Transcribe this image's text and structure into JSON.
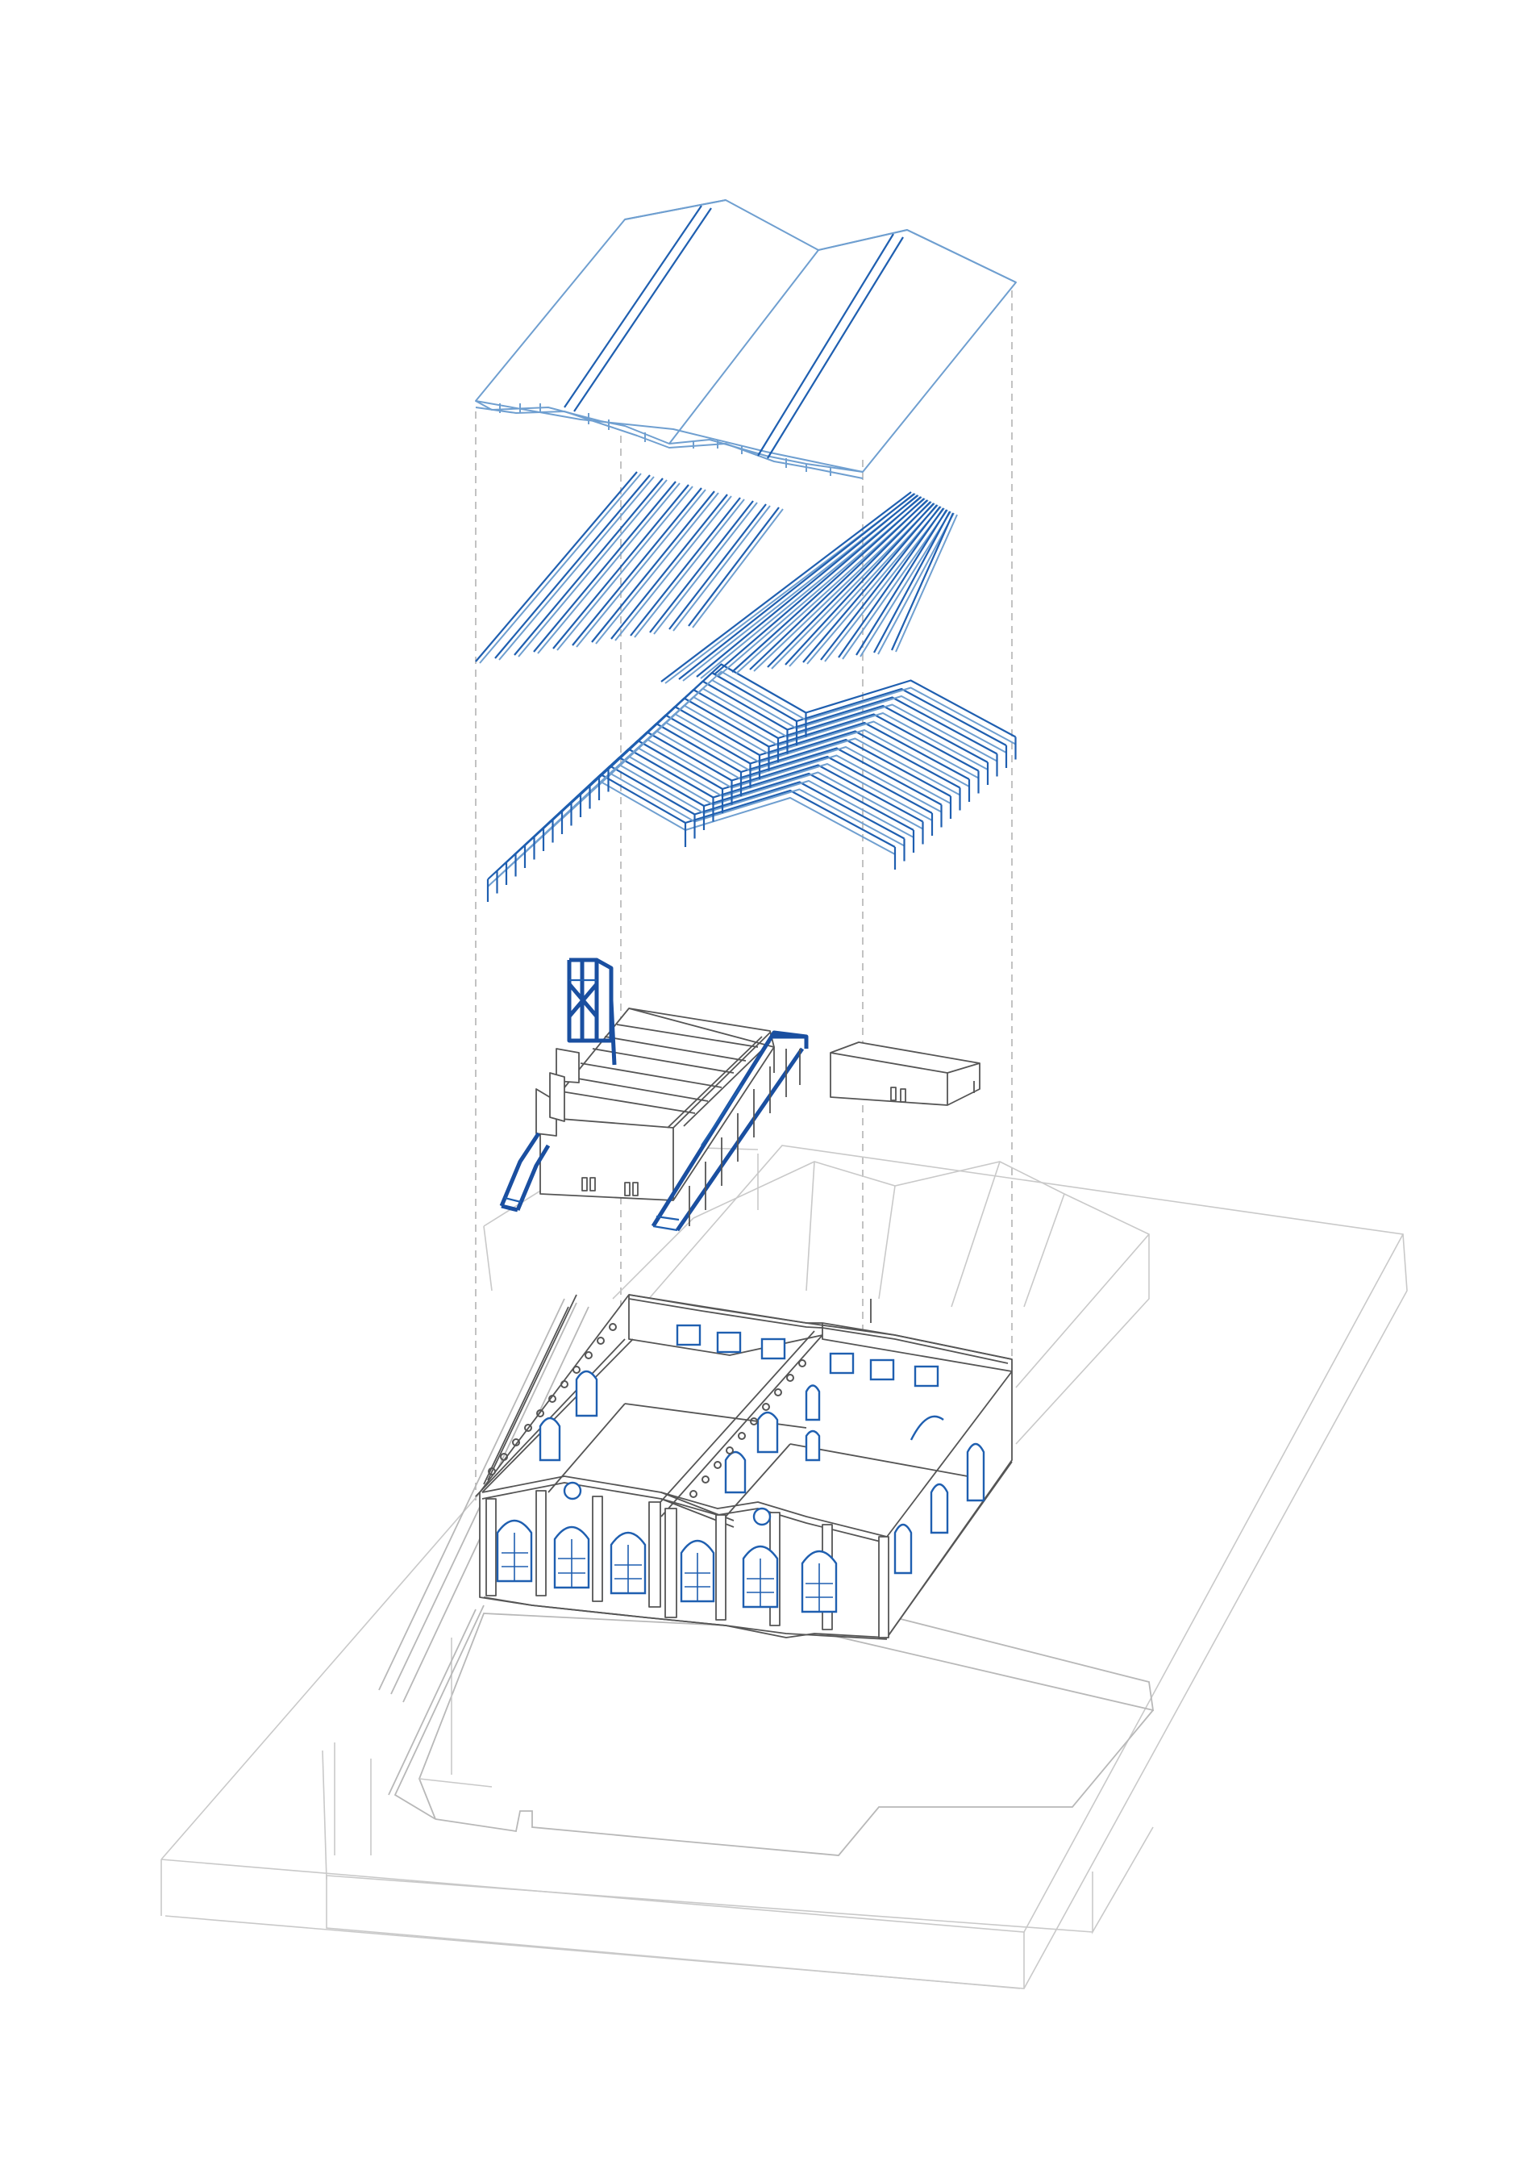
{
  "colors": {
    "accent": "#1f5fb0",
    "accent_light": "#6f9fd0",
    "accent_dark": "#1a4fa0",
    "line_gray": "#c9c9c9",
    "ink": "#555555",
    "background": "#ffffff"
  },
  "layers": [
    {
      "id": "roof-cladding"
    },
    {
      "id": "roof-purlins"
    },
    {
      "id": "roof-trusses"
    },
    {
      "id": "inserted-volumes"
    },
    {
      "id": "existing-building-and-site"
    }
  ]
}
